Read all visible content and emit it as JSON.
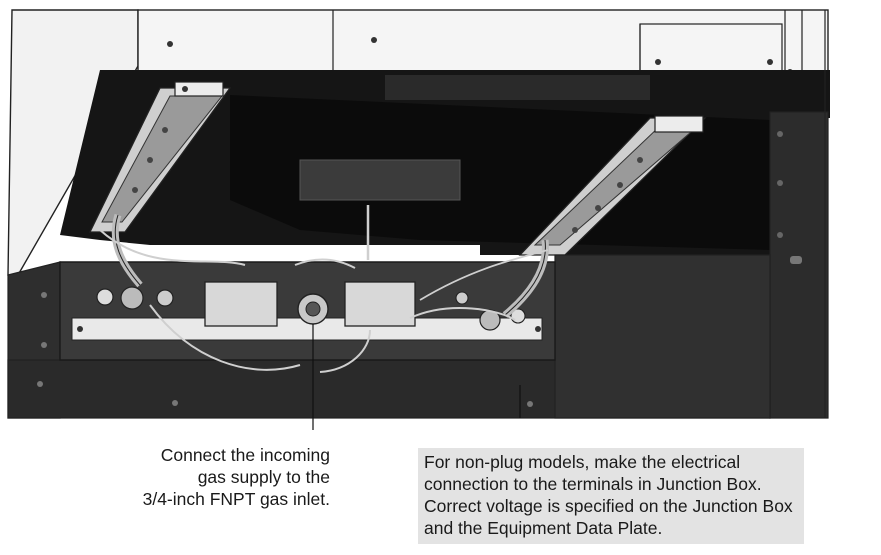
{
  "figure": {
    "subject": "gas-fryer-cabinet-underside-with-gas-valves-and-junction-box"
  },
  "callouts": {
    "gas_inlet": {
      "lines": [
        "Connect the incoming",
        "gas supply to the",
        "3/4-inch FNPT gas inlet."
      ]
    },
    "electrical": {
      "lines": [
        "For non-plug models, make the electrical",
        "connection to the terminals in Junction Box.",
        "Correct voltage is specified on the Junction Box",
        "and the Equipment Data Plate."
      ]
    }
  },
  "colors": {
    "panel_white": "#f4f4f4",
    "cabinet_dark": "#2b2b2b",
    "cavity_black": "#111111",
    "manifold_gray": "#3a3a3a",
    "callout_box": "#e3e3e3"
  }
}
